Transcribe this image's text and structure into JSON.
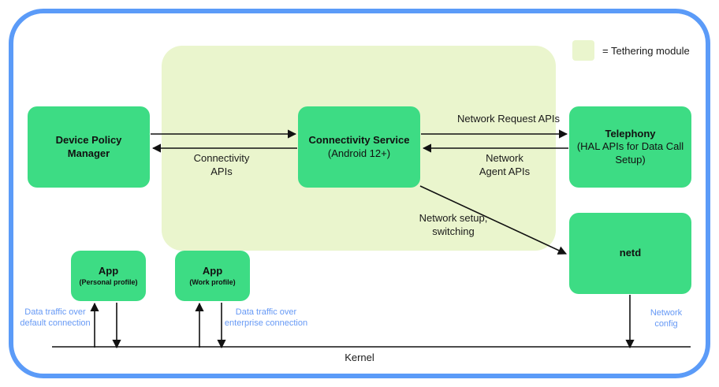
{
  "legend": {
    "swatch_color": "#eaf5cd",
    "text": "= Tethering module"
  },
  "colors": {
    "frame_blue": "#5b9bf8",
    "node_green": "#3ddc84",
    "tethering_fill": "#eaf5cd",
    "annotation_blue": "#6699f5",
    "edge_black": "#1a1a1a"
  },
  "nodes": {
    "device_policy_manager": {
      "title": "Device Policy",
      "subtitle": "Manager"
    },
    "connectivity_service": {
      "title": "Connectivity\nService",
      "subtitle": "(Android 12+)"
    },
    "telephony": {
      "title": "Telephony",
      "subtitle": "(HAL APIs for Data\nCall Setup)"
    },
    "netd": {
      "title": "netd",
      "subtitle": ""
    },
    "app_personal": {
      "title": "App",
      "subtitle": "(Personal profile)"
    },
    "app_work": {
      "title": "App",
      "subtitle": "(Work profile)"
    }
  },
  "edge_labels": {
    "connectivity_apis": "Connectivity\nAPIs",
    "network_request_apis": "Network Request APIs",
    "network_agent_apis": "Network\nAgent APIs",
    "network_setup_switching": "Network setup,\nswitching",
    "kernel": "Kernel"
  },
  "annotations": {
    "default_connection": "Data traffic over\ndefault connection",
    "enterprise_connection": "Data traffic over\nenterprise connection",
    "network_config": "Network\nconfig"
  }
}
